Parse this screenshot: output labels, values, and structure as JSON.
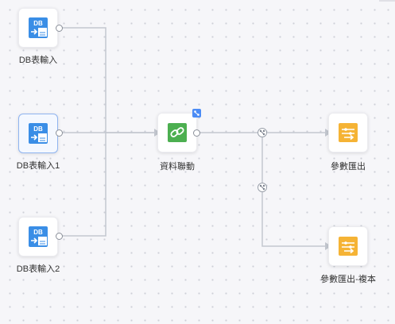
{
  "nodes": [
    {
      "id": "db1",
      "label": "DB表輸入",
      "icon": "database-input-icon",
      "icon_text": "DB"
    },
    {
      "id": "db2",
      "label": "DB表輸入1",
      "icon": "database-input-icon",
      "icon_text": "DB",
      "selected": true
    },
    {
      "id": "db3",
      "label": "DB表輸入2",
      "icon": "database-input-icon",
      "icon_text": "DB"
    },
    {
      "id": "join",
      "label": "資料聯動",
      "icon": "link-chain-icon"
    },
    {
      "id": "out1",
      "label": "參數匯出",
      "icon": "parameter-export-icon"
    },
    {
      "id": "out2",
      "label": "參數匯出-複本",
      "icon": "parameter-export-icon"
    }
  ],
  "colors": {
    "db_icon": "#3a8ee6",
    "join_icon": "#4caf50",
    "export_icon": "#f5b335",
    "edge": "#c3c7cf",
    "badge": "#4c8cf5"
  }
}
